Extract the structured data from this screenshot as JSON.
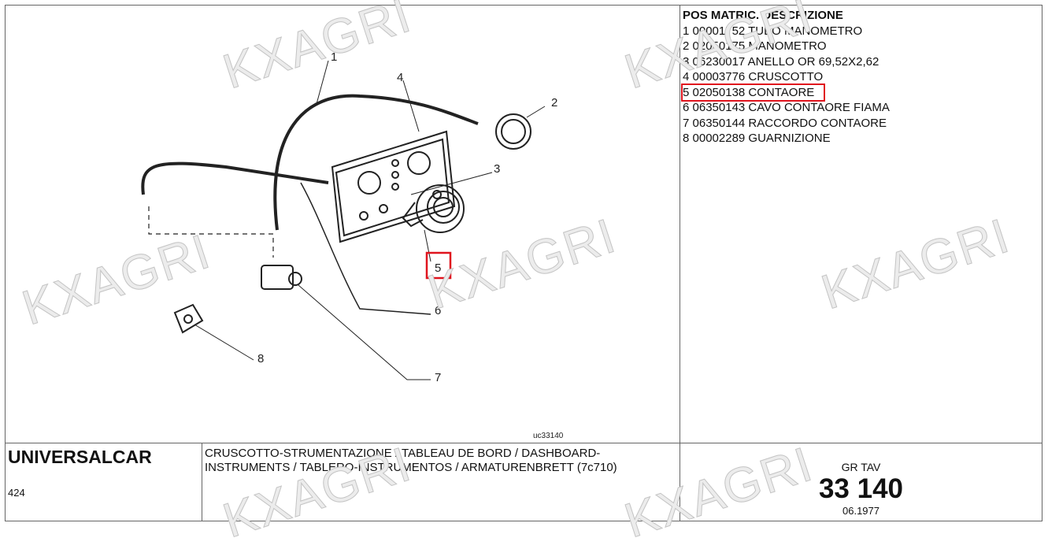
{
  "diagram": {
    "code": "uc33140",
    "callouts": [
      "1",
      "2",
      "3",
      "4",
      "5",
      "6",
      "7",
      "8"
    ],
    "highlight_color": "#e0141e"
  },
  "parts": {
    "header": "POS MATRIC. DESCRIZIONE",
    "rows": [
      "1 00001752 TUBO MANOMETRO",
      "2 02050175 MANOMETRO",
      "3 06230017 ANELLO OR 69,52X2,62",
      "4 00003776 CRUSCOTTO",
      "5 02050138 CONTAORE",
      "6 06350143 CAVO CONTAORE FIAMA",
      "7 06350144 RACCORDO CONTAORE",
      "8 00002289 GUARNIZIONE"
    ]
  },
  "footer": {
    "brand": "UNIVERSALCAR",
    "model": "424",
    "title": "CRUSCOTTO-STRUMENTAZIONE / TABLEAU DE BORD / DASHBOARD-INSTRUMENTS / TABLERO-INSTRUMENTOS / ARMATURENBRETT (7c710)",
    "gr_tav_label": "GR TAV",
    "gr_tav_number": "33 140",
    "date": "06.1977"
  },
  "watermark": "KXAGRI"
}
